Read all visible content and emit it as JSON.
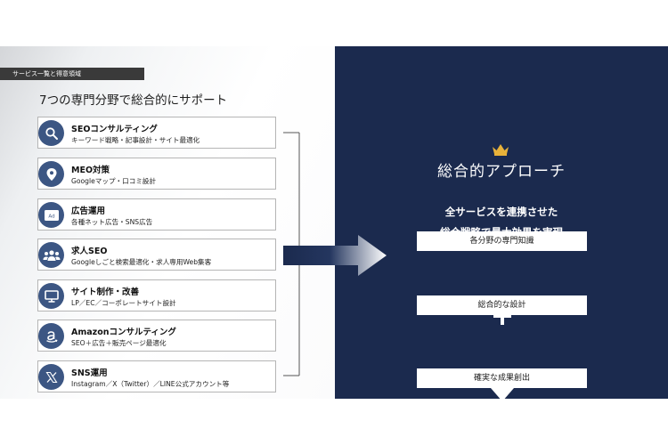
{
  "section_tag": "サービス一覧と得意領域",
  "left_title": "7つの専門分野で総合的にサポート",
  "services": [
    {
      "icon": "search-icon",
      "name": "SEOコンサルティング",
      "desc": "キーワード戦略・記事設計・サイト最適化"
    },
    {
      "icon": "map-pin-icon",
      "name": "MEO対策",
      "desc": "Googleマップ・口コミ設計"
    },
    {
      "icon": "ad-icon",
      "name": "広告運用",
      "desc": "各種ネット広告・SNS広告"
    },
    {
      "icon": "people-icon",
      "name": "求人SEO",
      "desc": "Googleしごと検索最適化・求人専用Web集客"
    },
    {
      "icon": "monitor-icon",
      "name": "サイト制作・改善",
      "desc": "LP／EC／コーポレートサイト設計"
    },
    {
      "icon": "amazon-icon",
      "name": "Amazonコンサルティング",
      "desc": "SEO＋広告＋販売ページ最適化"
    },
    {
      "icon": "x-logo-icon",
      "name": "SNS運用",
      "desc": "Instagram／X（Twitter）／LINE公式アカウント等"
    }
  ],
  "ad_icon_text": "Ad",
  "right": {
    "title": "総合的アプローチ",
    "subtitle_line1": "全サービスを連携させた",
    "subtitle_line2": "総合戦略で最大効果を実現",
    "box1": "各分野の専門知識",
    "box2": "総合的な設計",
    "box3": "確実な成果創出"
  },
  "colors": {
    "navy": "#1b2a4e",
    "icon_blue": "#3c5683",
    "crown_gold": "#e8b23a",
    "tag_gray": "#3a3a3a"
  }
}
